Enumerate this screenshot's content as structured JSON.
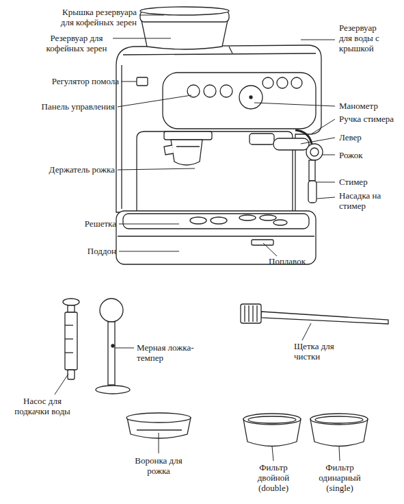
{
  "diagram": {
    "labels": [
      "Крышка резервуара для кофейных зерен",
      "Резервуар для кофейных зерен",
      "Регулятор помола",
      "Панель управления",
      "Держатель рожка",
      "Решетка",
      "Поддон",
      "Резервуар для воды с крышкой",
      "Манометр",
      "Ручка стимера",
      "Левер",
      "Рожок",
      "Стимер",
      "Насадка на стимер",
      "Поплавок",
      "Мерная ложка-темпер",
      "Щетка для чистки",
      "Насос для подкачки воды",
      "Воронка для рожка",
      "Фильтр двойной (double)",
      "Фильтр одинарный (single)"
    ]
  }
}
